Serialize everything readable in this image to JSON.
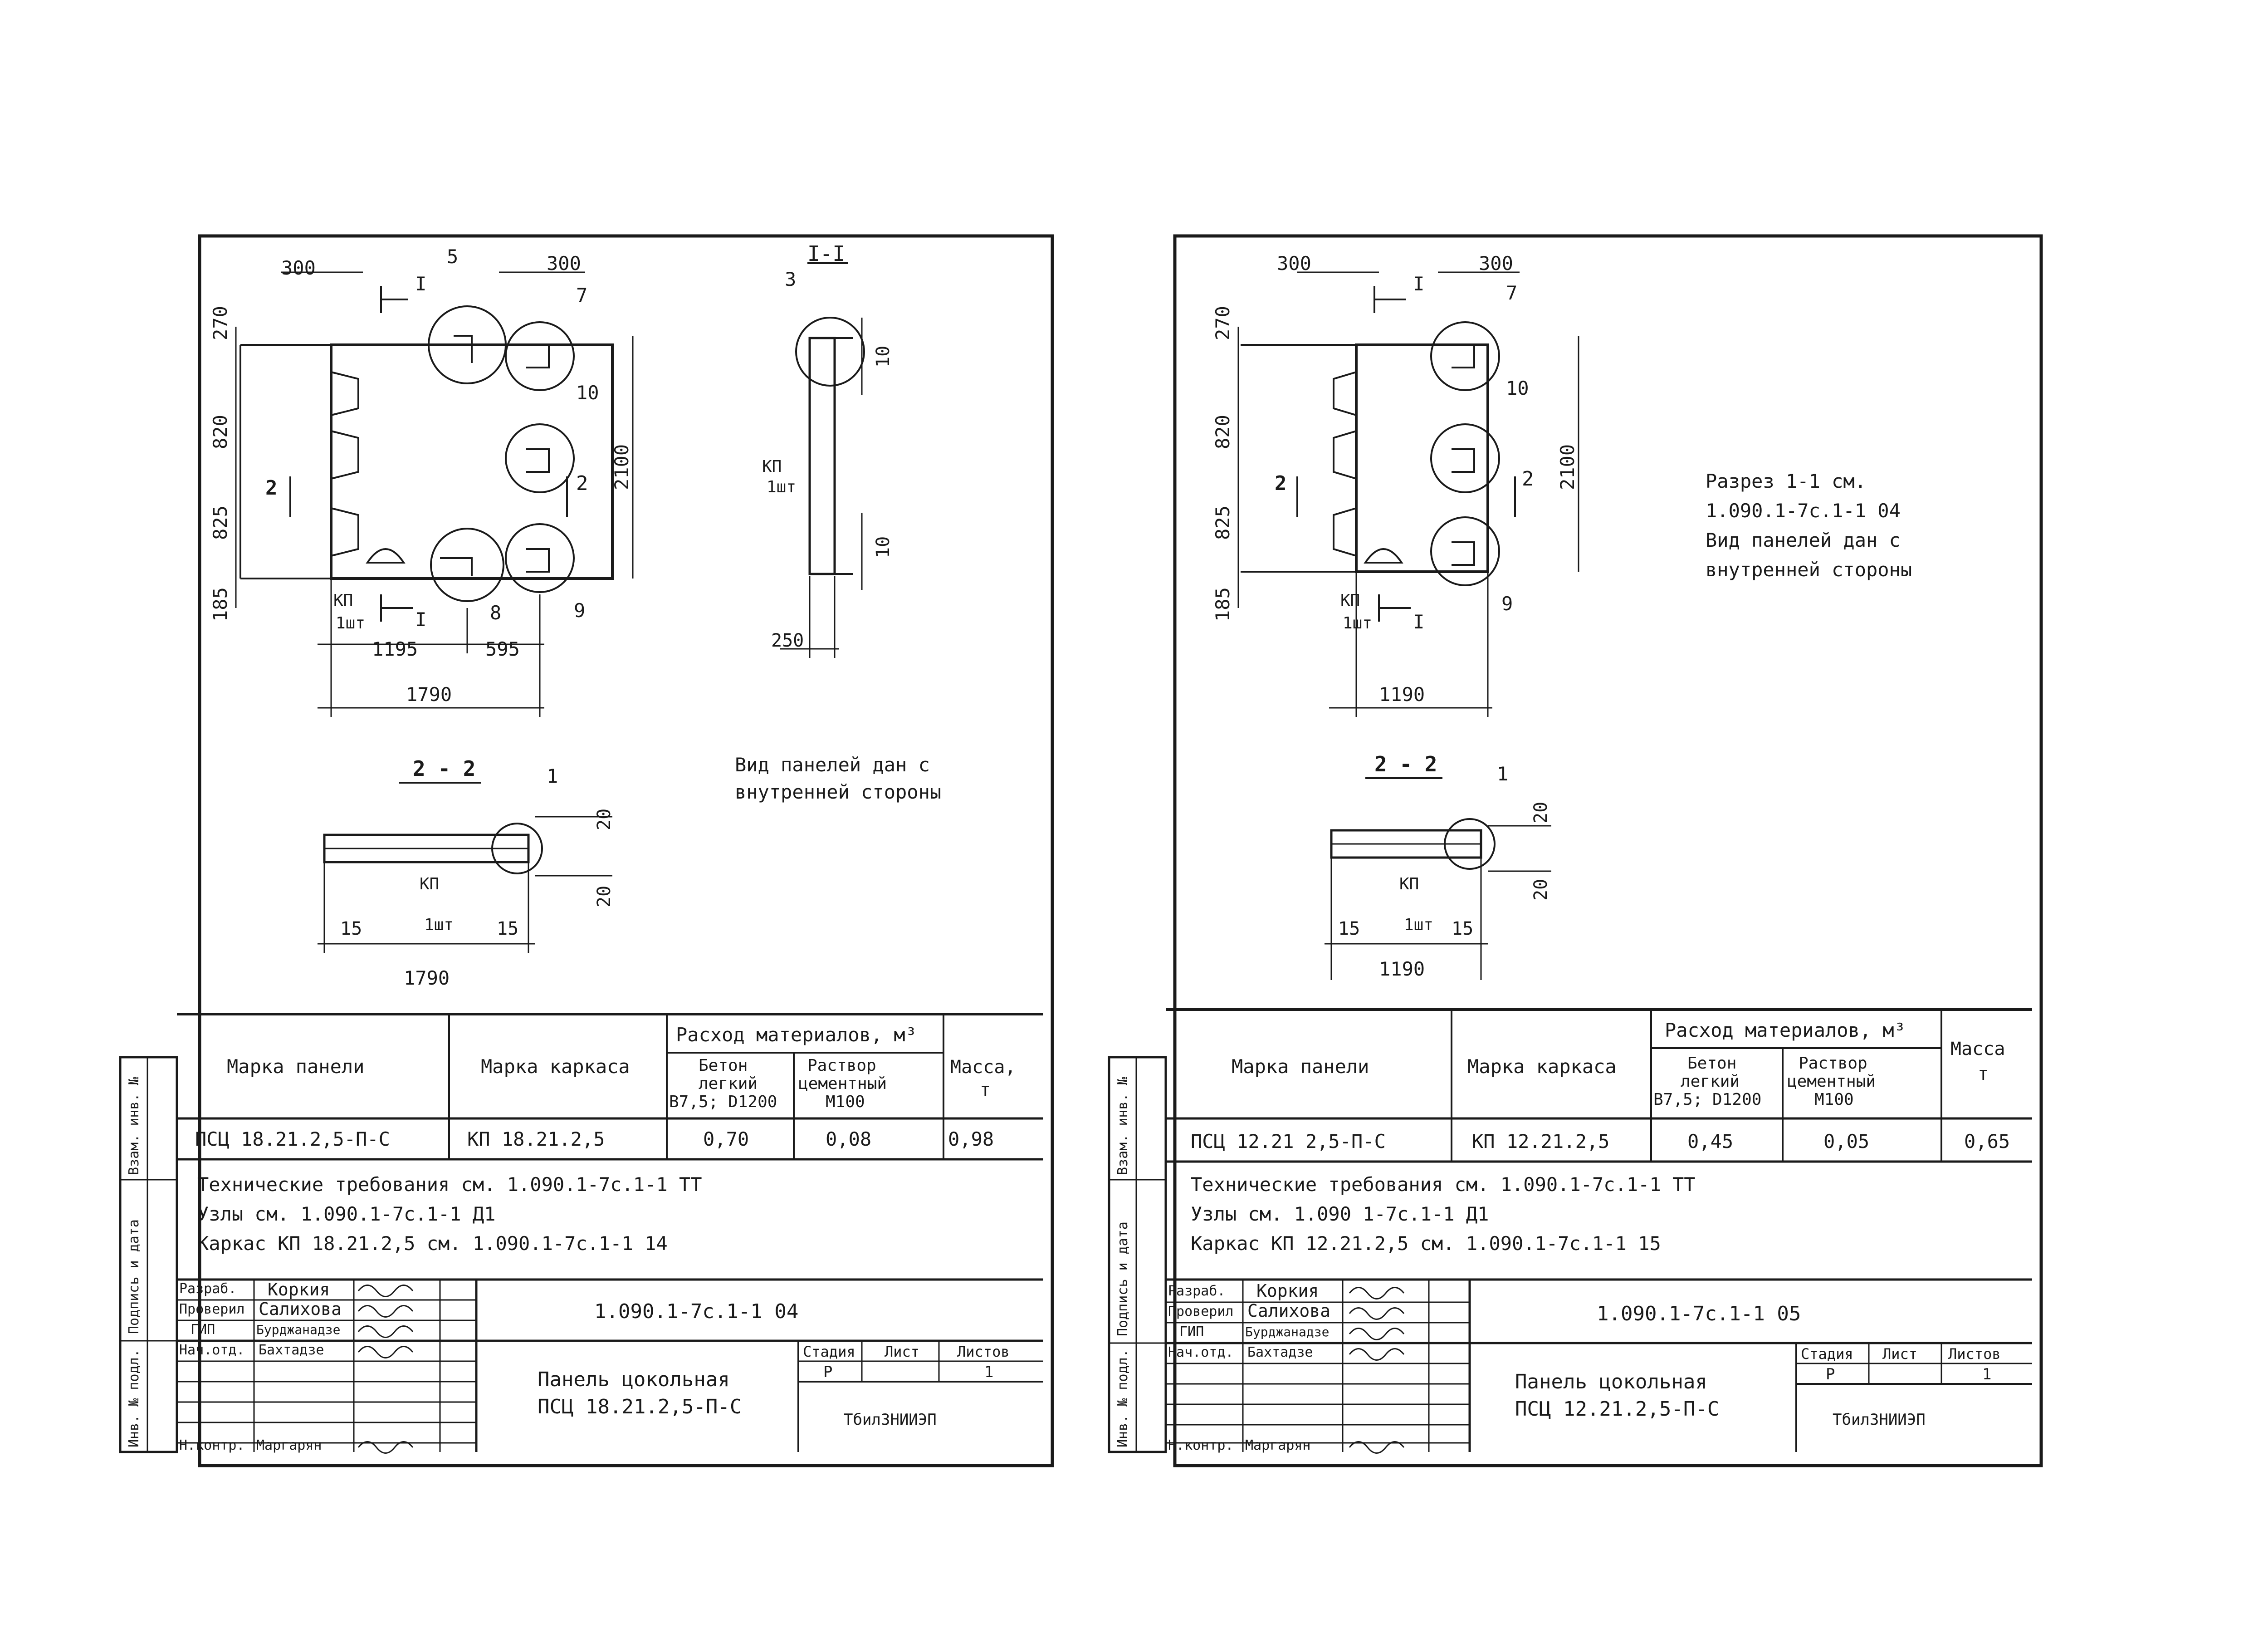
{
  "sheets": [
    {
      "dims": {
        "top_left": "300",
        "top_right": "300",
        "left_1": "270",
        "left_2": "820",
        "left_3": "825",
        "left_4": "185",
        "height": "2100",
        "bottom_1": "1195",
        "bottom_2": "595",
        "bottom_total": "1790",
        "section22_width": "1790",
        "section22_left": "15",
        "section22_right": "15",
        "section22_top": "20",
        "section22_bottom": "20"
      },
      "section_marks": {
        "s1": "I",
        "s2": "2",
        "kp": "КП",
        "kp_count": "1шт"
      },
      "callouts": [
        "5",
        "7",
        "10",
        "8",
        "9",
        "1",
        "3"
      ],
      "section11": {
        "title": "I-I",
        "dim1": "10",
        "dim2": "10",
        "dim_bottom": "250",
        "kp": "КП",
        "kp_count": "1шт"
      },
      "section22_title": "2 - 2",
      "note": [
        "Вид панелей дан с",
        "внутренней стороны"
      ],
      "table": {
        "col_mark": "Марка панели",
        "col_frame": "Марка каркаса",
        "col_materials": "Расход материалов, м³",
        "col_concrete": [
          "Бетон",
          "легкий",
          "В7,5; D1200"
        ],
        "col_mortar": [
          "Раствор",
          "цементный",
          "М100"
        ],
        "col_mass": [
          "Масса,",
          "т"
        ],
        "row": {
          "mark": "ПСЦ 18.21.2,5-П-С",
          "frame": "КП 18.21.2,5",
          "concrete": "0,70",
          "mortar": "0,08",
          "mass": "0,98"
        }
      },
      "requirements": [
        "Технические требования см. 1.090.1-7с.1-1 ТТ",
        "Узлы см. 1.090.1-7с.1-1 Д1",
        "Каркас КП 18.21.2,5 см. 1.090.1-7с.1-1 14"
      ],
      "stamp": {
        "code": "1.090.1-7с.1-1 04",
        "roles": [
          "Разраб.",
          "Проверил",
          "ГИП",
          "Нач.отд.",
          "",
          "",
          "Н.контр."
        ],
        "names": [
          "Коркия",
          "Салихова",
          "Бурджанадзе",
          "Бахтадзе",
          "",
          "",
          "Маргарян"
        ],
        "title": [
          "Панель цокольная",
          "ПСЦ 18.21.2,5-П-С"
        ],
        "stage_label": "Стадия",
        "sheet_label": "Лист",
        "sheets_label": "Листов",
        "stage": "Р",
        "sheets": "1",
        "org": "ТбилЗНИИЭП"
      }
    },
    {
      "dims": {
        "top_left": "300",
        "top_right": "300",
        "left_1": "270",
        "left_2": "820",
        "left_3": "825",
        "left_4": "185",
        "height": "2100",
        "bottom_total": "1190",
        "section22_width": "1190",
        "section22_left": "15",
        "section22_right": "15",
        "section22_top": "20",
        "section22_bottom": "20"
      },
      "section_marks": {
        "s1": "I",
        "s2": "2",
        "kp": "КП",
        "kp_count": "1шт"
      },
      "callouts": [
        "7",
        "10",
        "9",
        "1"
      ],
      "section22_title": "2 - 2",
      "note": [
        "Разрез 1-1 см.",
        "1.090.1-7с.1-1 04",
        "Вид панелей дан с",
        "внутренней стороны"
      ],
      "table": {
        "col_mark": "Марка панели",
        "col_frame": "Марка каркаса",
        "col_materials": "Расход материалов, м³",
        "col_concrete": [
          "Бетон",
          "легкий",
          "В7,5; D1200"
        ],
        "col_mortar": [
          "Раствор",
          "цементный",
          "М100"
        ],
        "col_mass": [
          "Масса",
          "т"
        ],
        "row": {
          "mark": "ПСЦ 12.21 2,5-П-С",
          "frame": "КП 12.21.2,5",
          "concrete": "0,45",
          "mortar": "0,05",
          "mass": "0,65"
        }
      },
      "requirements": [
        "Технические требования см. 1.090.1-7с.1-1 ТТ",
        "Узлы см. 1.090 1-7с.1-1 Д1",
        "Каркас КП 12.21.2,5 см. 1.090.1-7с.1-1 15"
      ],
      "stamp": {
        "code": "1.090.1-7с.1-1 05",
        "roles": [
          "Разраб.",
          "Проверил",
          "ГИП",
          "Нач.отд.",
          "",
          "",
          "Н.контр."
        ],
        "names": [
          "Коркия",
          "Салихова",
          "Бурджанадзе",
          "Бахтадзе",
          "",
          "",
          "Маргарян"
        ],
        "title": [
          "Панель цокольная",
          "ПСЦ 12.21.2,5-П-С"
        ],
        "stage_label": "Стадия",
        "sheet_label": "Лист",
        "sheets_label": "Листов",
        "stage": "Р",
        "sheets": "1",
        "org": "ТбилЗНИИЭП"
      }
    }
  ],
  "side_labels": [
    "Взам. инв. №",
    "Подпись и дата",
    "Инв. № подл."
  ]
}
